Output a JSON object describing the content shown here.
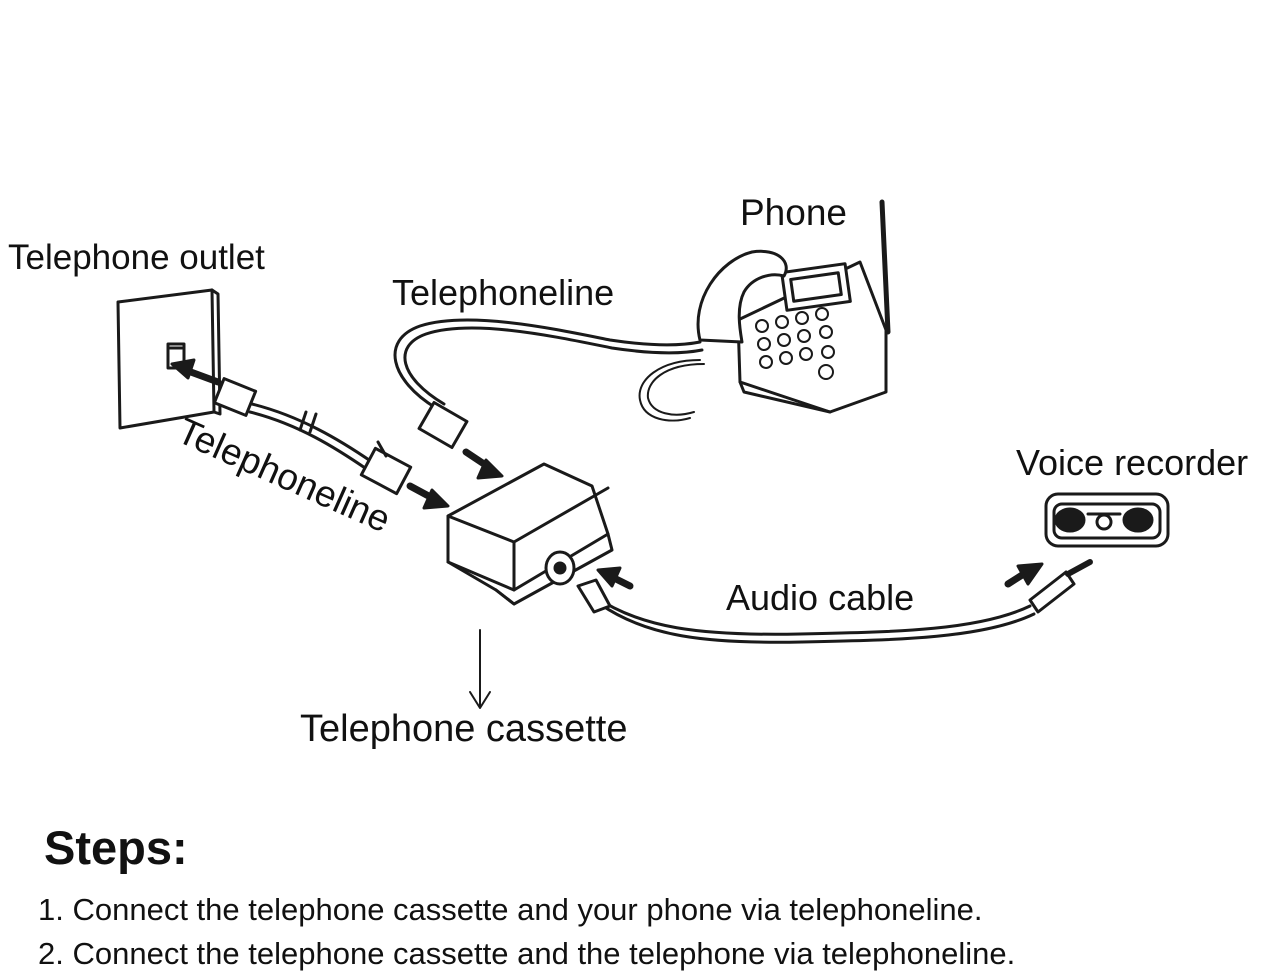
{
  "labels": {
    "telephone_outlet": "Telephone outlet",
    "phone": "Phone",
    "telephoneline_top": "Telephoneline",
    "telephoneline_left": "Telephoneline",
    "voice_recorder": "Voice recorder",
    "audio_cable": "Audio cable",
    "telephone_cassette": "Telephone cassette"
  },
  "steps": {
    "title": "Steps:",
    "items": [
      "1. Connect the telephone cassette and your phone via telephoneline.",
      "2. Connect the telephone cassette and the telephone via telephoneline."
    ]
  },
  "colors": {
    "line": "#1a1a1a",
    "background": "#ffffff"
  }
}
